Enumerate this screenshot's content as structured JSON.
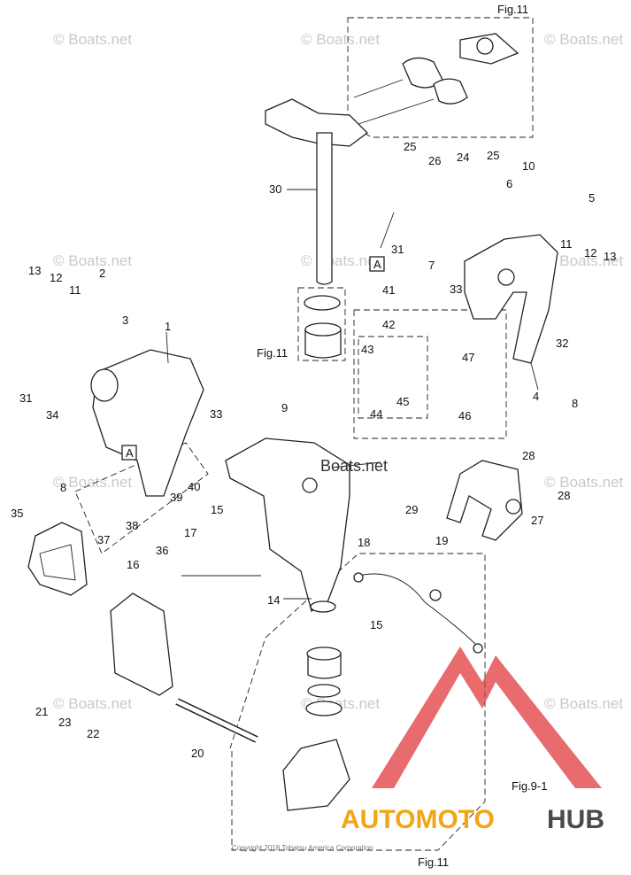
{
  "figure_refs": {
    "top": "Fig.11",
    "middle": "Fig.11",
    "bottom": "Fig.11",
    "right": "Fig.9-1"
  },
  "watermark_text": "© Boats.net",
  "center_watermark": "Boats.net",
  "copyright": "Copyright 2018 Tohatsu America Corporation",
  "brand": {
    "part1": "AUTOMOTO",
    "part2": "HUB",
    "color1": "#f2a516",
    "color2": "#4a4a4a",
    "logo_color": "#e0393c"
  },
  "section_marks": [
    "A",
    "A"
  ],
  "labels": [
    "1",
    "2",
    "3",
    "4",
    "5",
    "6",
    "7",
    "8",
    "8",
    "9",
    "10",
    "11",
    "11",
    "12",
    "12",
    "13",
    "13",
    "14",
    "15",
    "15",
    "16",
    "17",
    "18",
    "19",
    "20",
    "21",
    "22",
    "23",
    "24",
    "25",
    "25",
    "26",
    "27",
    "28",
    "28",
    "29",
    "30",
    "31",
    "31",
    "32",
    "33",
    "33",
    "34",
    "35",
    "36",
    "37",
    "38",
    "39",
    "40",
    "41",
    "42",
    "43",
    "44",
    "45",
    "46",
    "47"
  ]
}
